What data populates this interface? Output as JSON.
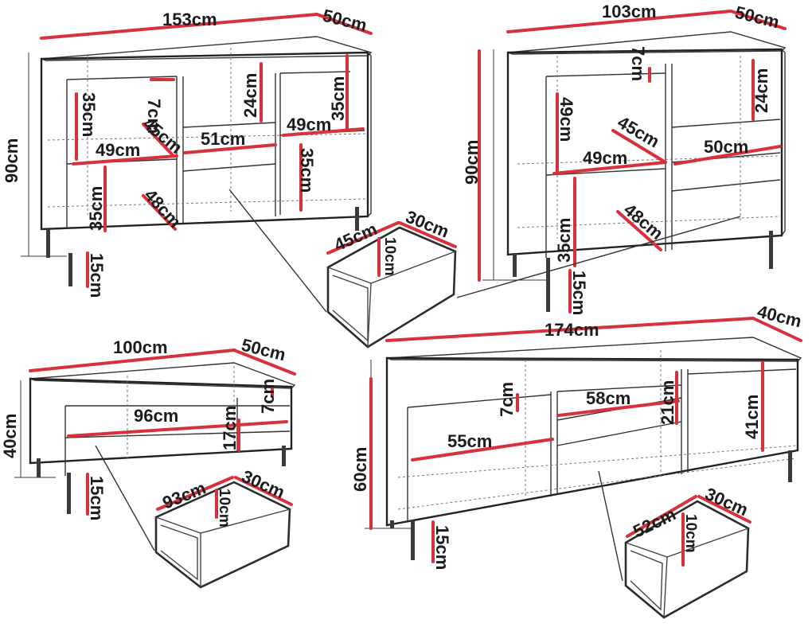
{
  "furniture": {
    "sideboard_153": {
      "width": "153",
      "depth": "50",
      "height": "90",
      "legs": "15",
      "inner": [
        "7",
        "35",
        "45",
        "49",
        "51",
        "24",
        "49",
        "35",
        "35",
        "35",
        "48"
      ],
      "drawer": {
        "width": "45",
        "depth": "30",
        "height": "10"
      }
    },
    "sideboard_103": {
      "width": "103",
      "depth": "50",
      "height": "90",
      "legs": "15",
      "inner": [
        "7",
        "49",
        "24",
        "45",
        "49",
        "50",
        "35",
        "48"
      ]
    },
    "bench_100": {
      "width": "100",
      "depth": "50",
      "height": "40",
      "legs": "15",
      "inner": [
        "96",
        "7",
        "17"
      ],
      "drawer": {
        "width": "93",
        "depth": "30",
        "height": "10"
      }
    },
    "tv_174": {
      "width": "174",
      "depth": "40",
      "height": "60",
      "legs": "15",
      "inner": [
        "7",
        "58",
        "21",
        "41",
        "55"
      ],
      "drawer": {
        "width": "52",
        "depth": "30",
        "height": "10"
      }
    }
  },
  "unit": "cm"
}
